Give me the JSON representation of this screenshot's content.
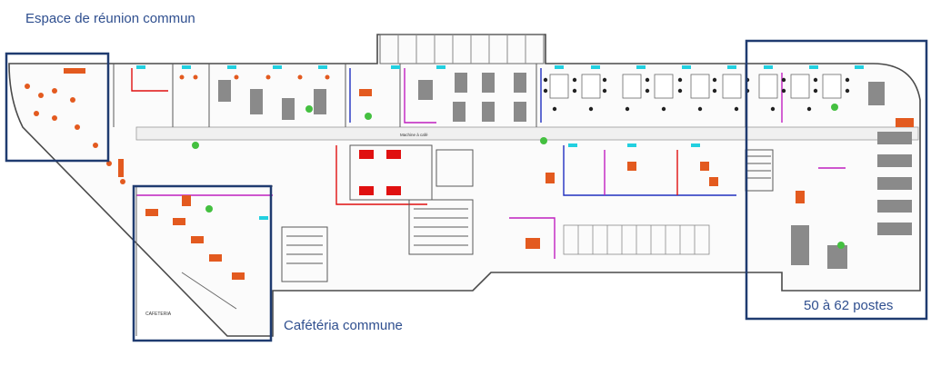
{
  "callouts": {
    "meeting_area": "Espace de réunion commun",
    "cafeteria": "Cafétéria commune",
    "workstations": "50 à 62 postes"
  },
  "plan_labels": {
    "cafeteria_room": "CAFETERIA",
    "machine_room": "Machine à café"
  },
  "colors": {
    "callout_frame": "#1f3b70",
    "callout_text": "#2f4f8f",
    "wall": "#4a4a4a",
    "furniture": "#e35a1f",
    "desk": "#8a8a8a",
    "accent_cyan": "#22d0e0",
    "accent_magenta": "#c020c0",
    "accent_red": "#e01010",
    "plant": "#44c040"
  }
}
